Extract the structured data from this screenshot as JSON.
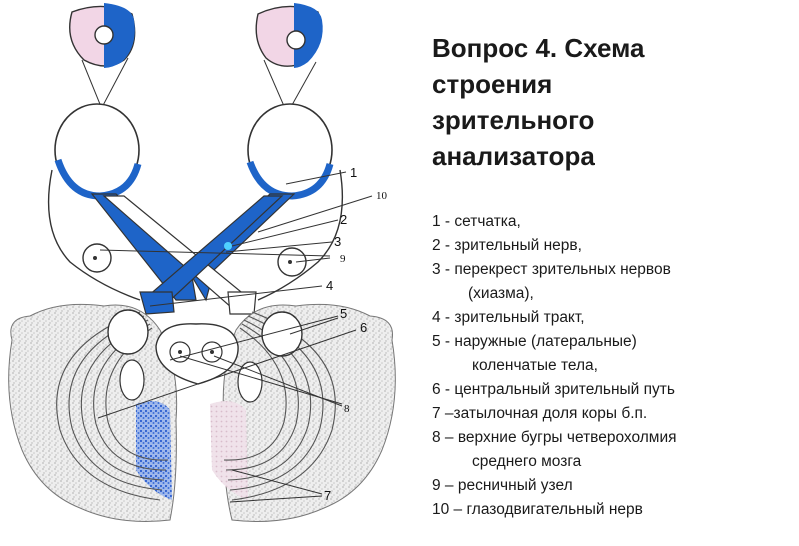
{
  "title": "Вопрос 4. Схема строения зрительного анализатора",
  "title_lines": [
    "Вопрос 4. Схема",
    "строения",
    "зрительного",
    "анализатора"
  ],
  "legend": [
    {
      "text": "1 - сетчатка,"
    },
    {
      "text": "2 - зрительный нерв,"
    },
    {
      "text": "3 - перекрест зрительных нервов",
      "cont": "(хиазма),"
    },
    {
      "text": "4 - зрительный тракт,"
    },
    {
      "text": "5 - наружные (латеральные)",
      "cont": "коленчатые  тела,"
    },
    {
      "text": "6 - центральный зрительный путь"
    },
    {
      "text": "7 –затылочная доля коры б.п."
    },
    {
      "text": "8 – верхние бугры четверохолмия",
      "cont": "среднего мозга"
    },
    {
      "text": "9 – ресничный узел"
    },
    {
      "text": "10 – глазодвигательный нерв"
    }
  ],
  "diagram_labels": {
    "n1": "1",
    "n2": "2",
    "n3": "3",
    "n4": "4",
    "n5": "5",
    "n6": "6",
    "n7": "7",
    "n8": "8",
    "n9": "9",
    "n10": "10"
  },
  "colors": {
    "nerve_blue": "#1e64c8",
    "field_pink": "#f2d6e6",
    "cortex_gray": "#d2d2d2",
    "cortex_blue": "#3d6fd6",
    "line": "#333333"
  }
}
